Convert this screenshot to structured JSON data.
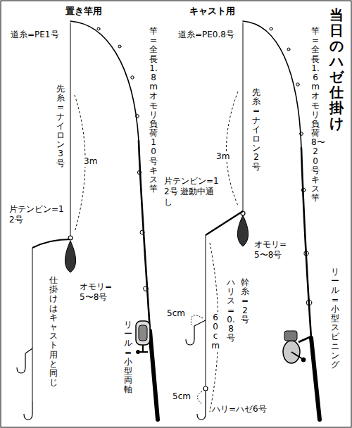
{
  "diagram": {
    "title": "当日のハゼ仕掛け",
    "labels": [
      "置き竿用",
      "キャスト用",
      "道糸=PE1号",
      "先糸=ナイロン3号",
      "3m",
      "片テンビン=12号",
      "オモリ=5〜8号",
      "仕掛けはキャスト用と同じ",
      "竿=全長1.8m オモリ負荷10号 キス竿",
      "リール=小型両軸",
      "道糸=PE0.8号",
      "3m",
      "先糸=ナイロン2号",
      "片テンビン=12号 遊動中通し",
      "オモリ=5〜8号",
      "幹糸=2号",
      "ハリス=0.8号",
      "60cm",
      "5cm",
      "5cm",
      "ハリ=ハゼ6号",
      "竿=全長1.6m オモリ負荷8〜20号 キス竿",
      "リール=小型スピニング"
    ]
  }
}
